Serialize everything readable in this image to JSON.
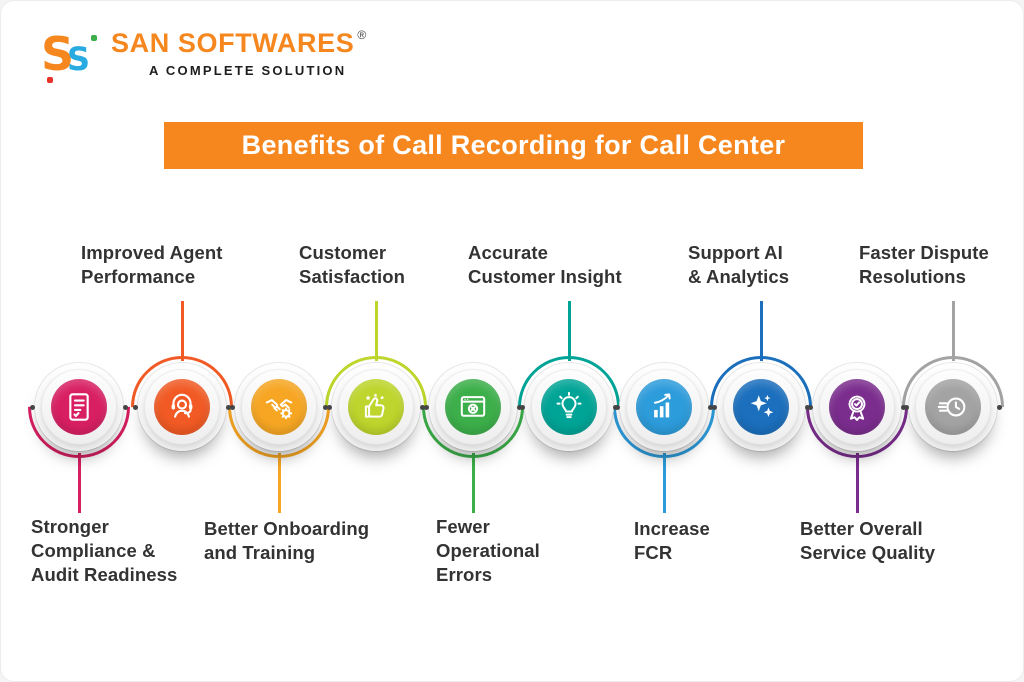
{
  "logo": {
    "brand": "SAN SOFTWARES",
    "registered": "®",
    "tagline": "A COMPLETE SOLUTION",
    "brand_color": "#f6871f"
  },
  "title": {
    "text": "Benefits of Call Recording for Call Center",
    "background": "#f6871f",
    "text_color": "#ffffff"
  },
  "benefits": [
    {
      "label": "Stronger\nCompliance &\nAudit Readiness",
      "position": "bottom",
      "color": "#d81f62",
      "icon": "compliance-document-icon"
    },
    {
      "label": "Improved Agent\nPerformance",
      "position": "top",
      "color": "#f15a24",
      "icon": "agent-headset-icon"
    },
    {
      "label": "Better Onboarding\nand Training",
      "position": "bottom",
      "color": "#f6a623",
      "icon": "onboarding-handshake-icon"
    },
    {
      "label": "Customer\nSatisfaction",
      "position": "top",
      "color": "#bdd52c",
      "icon": "thumbs-up-stars-icon"
    },
    {
      "label": "Fewer\nOperational\nErrors",
      "position": "bottom",
      "color": "#3caf4a",
      "icon": "error-window-icon"
    },
    {
      "label": "Accurate\nCustomer Insight",
      "position": "top",
      "color": "#00a496",
      "icon": "lightbulb-icon"
    },
    {
      "label": "Increase\nFCR",
      "position": "bottom",
      "color": "#2d9cdb",
      "icon": "growth-chart-icon"
    },
    {
      "label": "Support AI\n& Analytics",
      "position": "top",
      "color": "#1b6fbd",
      "icon": "ai-sparkles-icon"
    },
    {
      "label": "Better Overall\nService Quality",
      "position": "bottom",
      "color": "#7b2d8e",
      "icon": "quality-badge-icon"
    },
    {
      "label": "Faster Dispute\nResolutions",
      "position": "top",
      "color": "#a3a3a3",
      "icon": "fast-clock-icon"
    }
  ]
}
